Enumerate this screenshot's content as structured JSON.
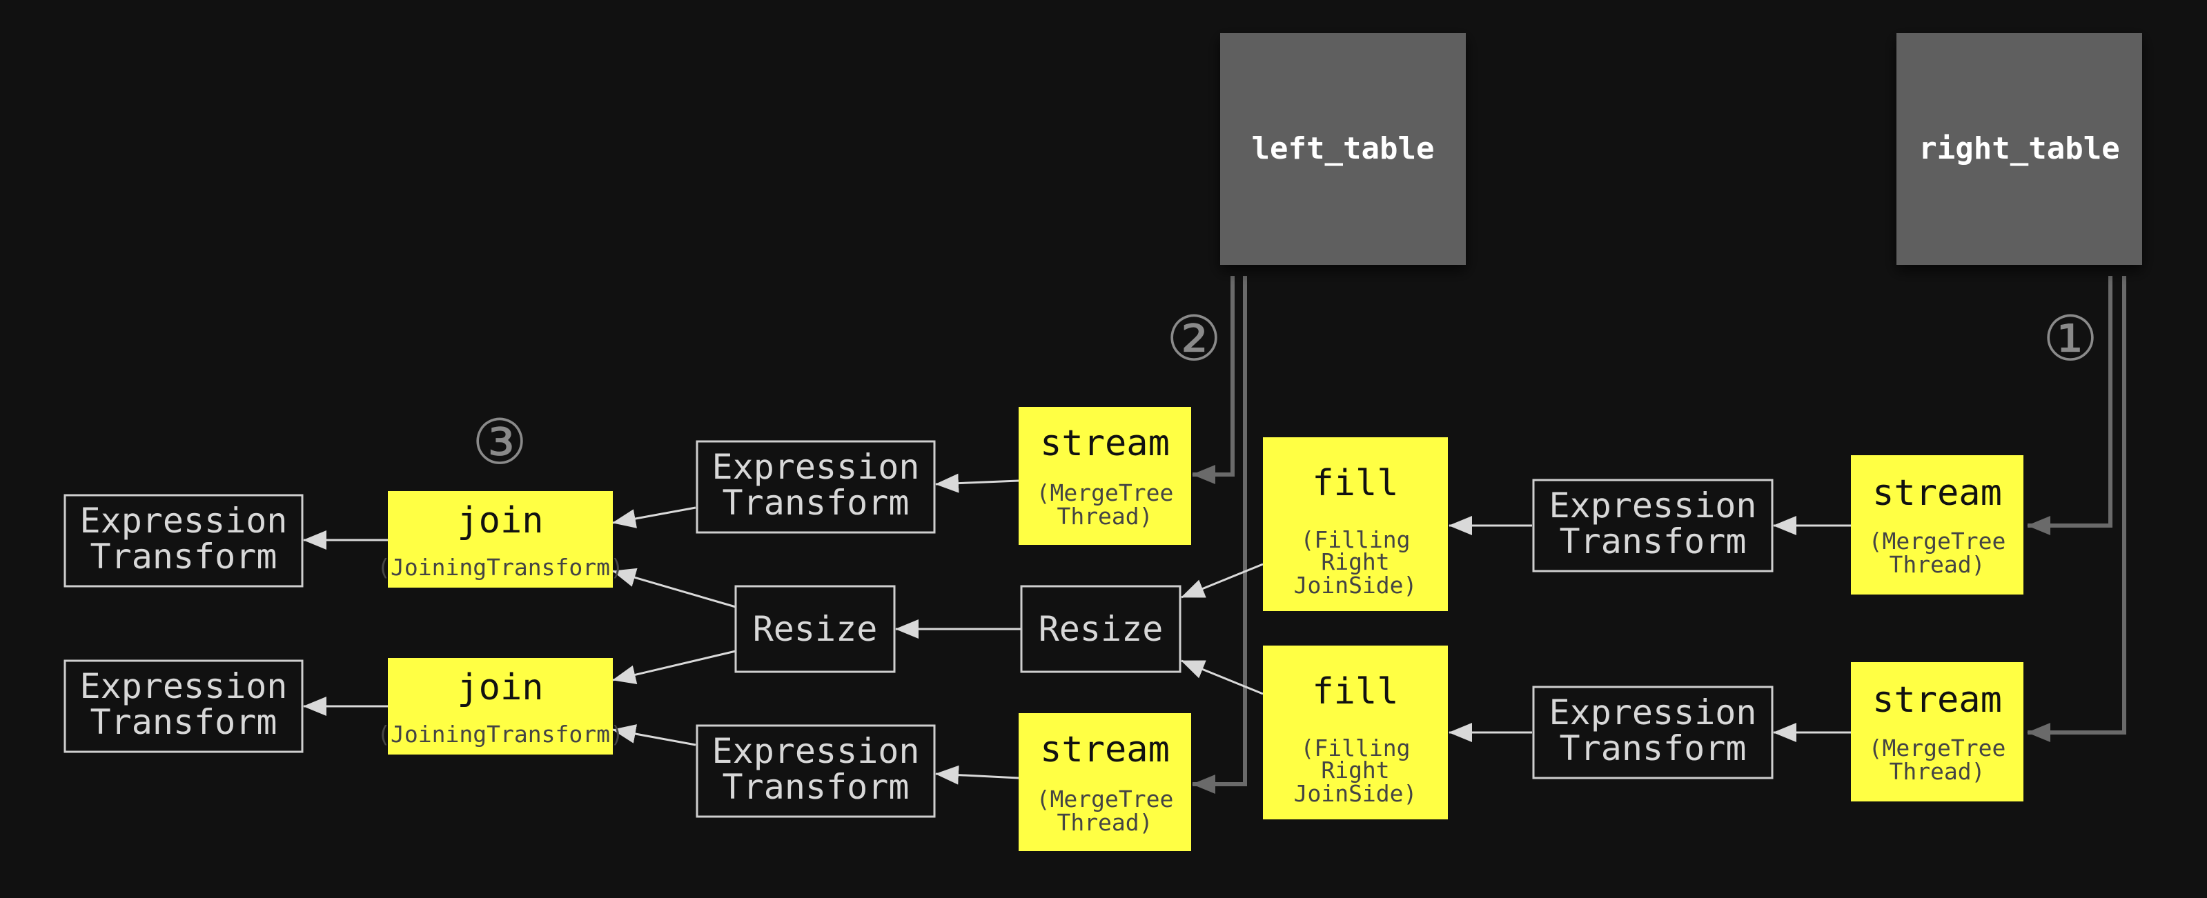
{
  "tables": {
    "left": "left_table",
    "right": "right_table"
  },
  "steps": {
    "one": "①",
    "two": "②",
    "three": "③"
  },
  "right_streams": {
    "top": {
      "title": "stream",
      "line1": "(MergeTree",
      "line2": "Thread)"
    },
    "bottom": {
      "title": "stream",
      "line1": "(MergeTree",
      "line2": "Thread)"
    }
  },
  "right_expressions": {
    "top": {
      "line1": "Expression",
      "line2": "Transform"
    },
    "bottom": {
      "line1": "Expression",
      "line2": "Transform"
    }
  },
  "fills": {
    "top": {
      "title": "fill",
      "line1": "(Filling",
      "line2": "Right",
      "line3": "JoinSide)"
    },
    "bottom": {
      "title": "fill",
      "line1": "(Filling",
      "line2": "Right",
      "line3": "JoinSide)"
    }
  },
  "resizes": {
    "right": "Resize",
    "left": "Resize"
  },
  "left_streams": {
    "top": {
      "title": "stream",
      "line1": "(MergeTree",
      "line2": "Thread)"
    },
    "bottom": {
      "title": "stream",
      "line1": "(MergeTree",
      "line2": "Thread)"
    }
  },
  "left_expressions": {
    "top": {
      "line1": "Expression",
      "line2": "Transform"
    },
    "bottom": {
      "line1": "Expression",
      "line2": "Transform"
    }
  },
  "joins": {
    "top": {
      "title": "join",
      "sub": "(JoiningTransform)"
    },
    "bottom": {
      "title": "join",
      "sub": "(JoiningTransform)"
    }
  },
  "output_expressions": {
    "top": {
      "line1": "Expression",
      "line2": "Transform"
    },
    "bottom": {
      "line1": "Expression",
      "line2": "Transform"
    }
  },
  "colors": {
    "background": "#111111",
    "processor_fill": "#ffff44",
    "table_fill": "#5e5e5e",
    "outline": "#cfcfcf",
    "edge_light": "#d9d9d9",
    "edge_dark": "#6a6a6a"
  }
}
